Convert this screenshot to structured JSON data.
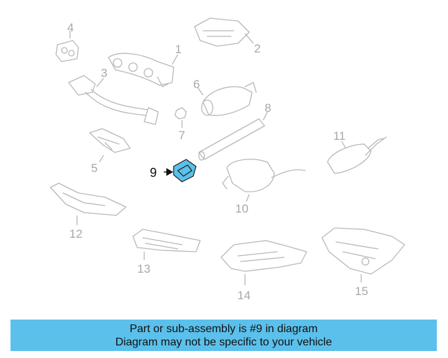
{
  "diagram": {
    "highlighted_part": "9",
    "highlight_color": "#5bc0eb",
    "callouts": [
      "1",
      "2",
      "3",
      "4",
      "5",
      "6",
      "7",
      "8",
      "9",
      "10",
      "11",
      "12",
      "13",
      "14",
      "15"
    ]
  },
  "banner": {
    "line1": "Part or sub-assembly is #9 in diagram",
    "line2": "Diagram may not be specific to your vehicle",
    "background": "#5bc0eb"
  }
}
